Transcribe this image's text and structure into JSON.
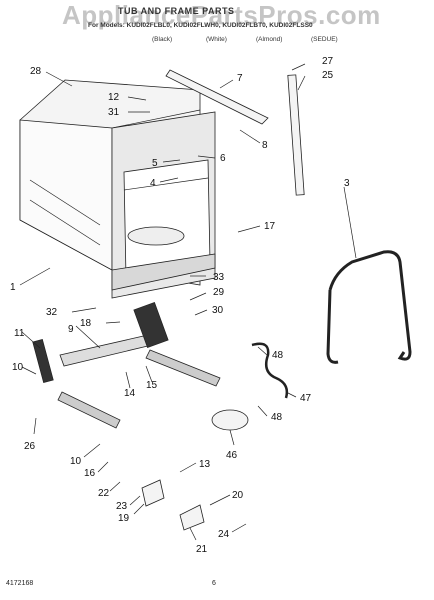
{
  "watermark": "AppliancePartsPros.com",
  "header": {
    "title": "TUB AND FRAME PARTS",
    "models": "For Models: KUDI02FLBL0, KUDI02FLWH0, KUDI02FLBT0, KUDI02FLSS0",
    "colors": [
      "(Black)",
      "(White)",
      "(Almond)",
      "(SEDUE)"
    ]
  },
  "callouts": [
    "28",
    "12",
    "31",
    "7",
    "27",
    "25",
    "5",
    "6",
    "8",
    "4",
    "3",
    "17",
    "1",
    "33",
    "29",
    "32",
    "18",
    "30",
    "11",
    "9",
    "48",
    "10",
    "14",
    "15",
    "47",
    "26",
    "48",
    "46",
    "10",
    "16",
    "13",
    "22",
    "23",
    "20",
    "19",
    "24",
    "21"
  ],
  "footer": {
    "left": "4172168",
    "center": "6"
  }
}
